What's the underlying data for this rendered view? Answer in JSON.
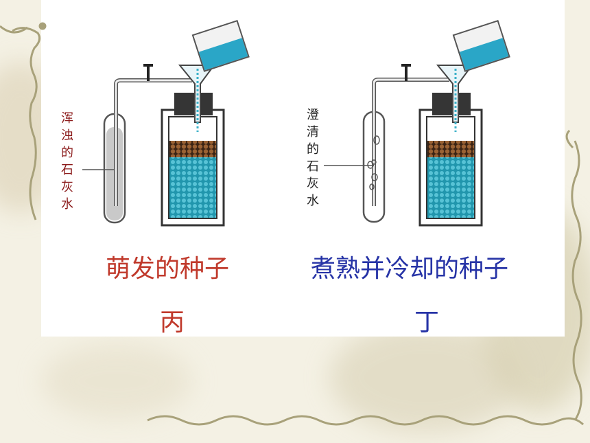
{
  "left_setup": {
    "side_label": "浑浊的石灰水",
    "caption": "萌发的种子",
    "letter": "丙"
  },
  "right_setup": {
    "side_label": "澄清的石灰水",
    "caption": "煮熟并冷却的种子",
    "letter": "丁"
  },
  "colors": {
    "left_text": "#c0392b",
    "right_text": "#2633a6",
    "left_label": "#8b1a1a",
    "right_label": "#222222",
    "water": "#2aa0b8",
    "seeds": "#7a4a26"
  }
}
